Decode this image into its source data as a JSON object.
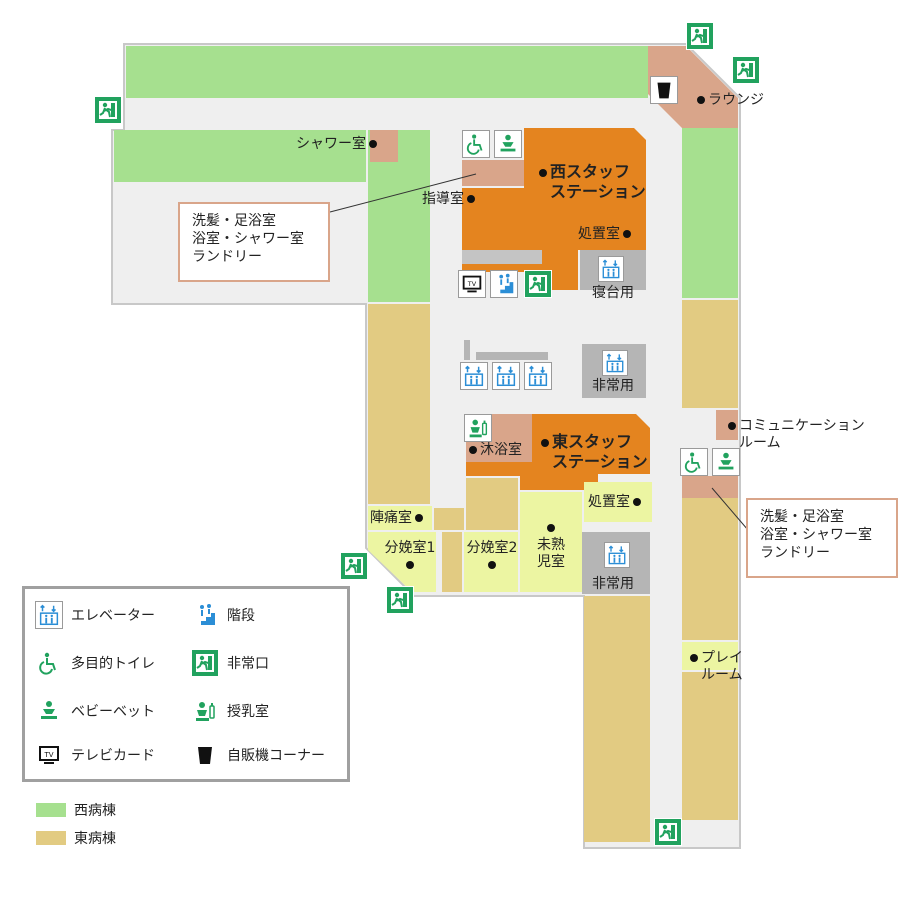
{
  "colors": {
    "west_wing": "#a6e08f",
    "east_wing": "#e2cb82",
    "staff_station": "#e4841f",
    "facility": "#d9a58a",
    "maternity": "#ecf5a2",
    "corridor": "#efefef",
    "service": "#b5b5b5",
    "exit_green": "#21a25e",
    "elevator_blue": "#2b8ed6"
  },
  "rooms": {
    "lounge": "ラウンジ",
    "shower_room": "シャワー室",
    "guidance_room": "指導室",
    "west_station": "西スタッフ\nステーション",
    "treatment_room_west": "処置室",
    "bed_elevator": "寝台用",
    "emergency_elevator_1": "非常用",
    "emergency_elevator_2": "非常用",
    "east_station": "東スタッフ\nステーション",
    "bathing_room": "沐浴室",
    "communication_room": "コミュニケーション\nルーム",
    "labor_room": "陣痛室",
    "delivery_room_1": "分娩室1",
    "delivery_room_2": "分娩室2",
    "premature_room": "未熟\n児室",
    "treatment_room_east": "処置室",
    "play_room": "プレイ\nルーム"
  },
  "callouts": {
    "west": [
      "洗髪・足浴室",
      "浴室・シャワー室",
      "ランドリー"
    ],
    "east": [
      "洗髪・足浴室",
      "浴室・シャワー室",
      "ランドリー"
    ]
  },
  "legend": {
    "items": [
      {
        "icon": "elevator-icon",
        "label": "エレベーター"
      },
      {
        "icon": "stairs-icon",
        "label": "階段"
      },
      {
        "icon": "accessible-toilet-icon",
        "label": "多目的トイレ"
      },
      {
        "icon": "emergency-exit-icon",
        "label": "非常口"
      },
      {
        "icon": "baby-bed-icon",
        "label": "ベビーベット"
      },
      {
        "icon": "nursing-room-icon",
        "label": "授乳室"
      },
      {
        "icon": "tv-card-icon",
        "label": "テレビカード"
      },
      {
        "icon": "vending-corner-icon",
        "label": "自販機コーナー"
      }
    ],
    "wings": [
      {
        "label": "西病棟",
        "color": "#a6e08f"
      },
      {
        "label": "東病棟",
        "color": "#e2cb82"
      }
    ]
  }
}
